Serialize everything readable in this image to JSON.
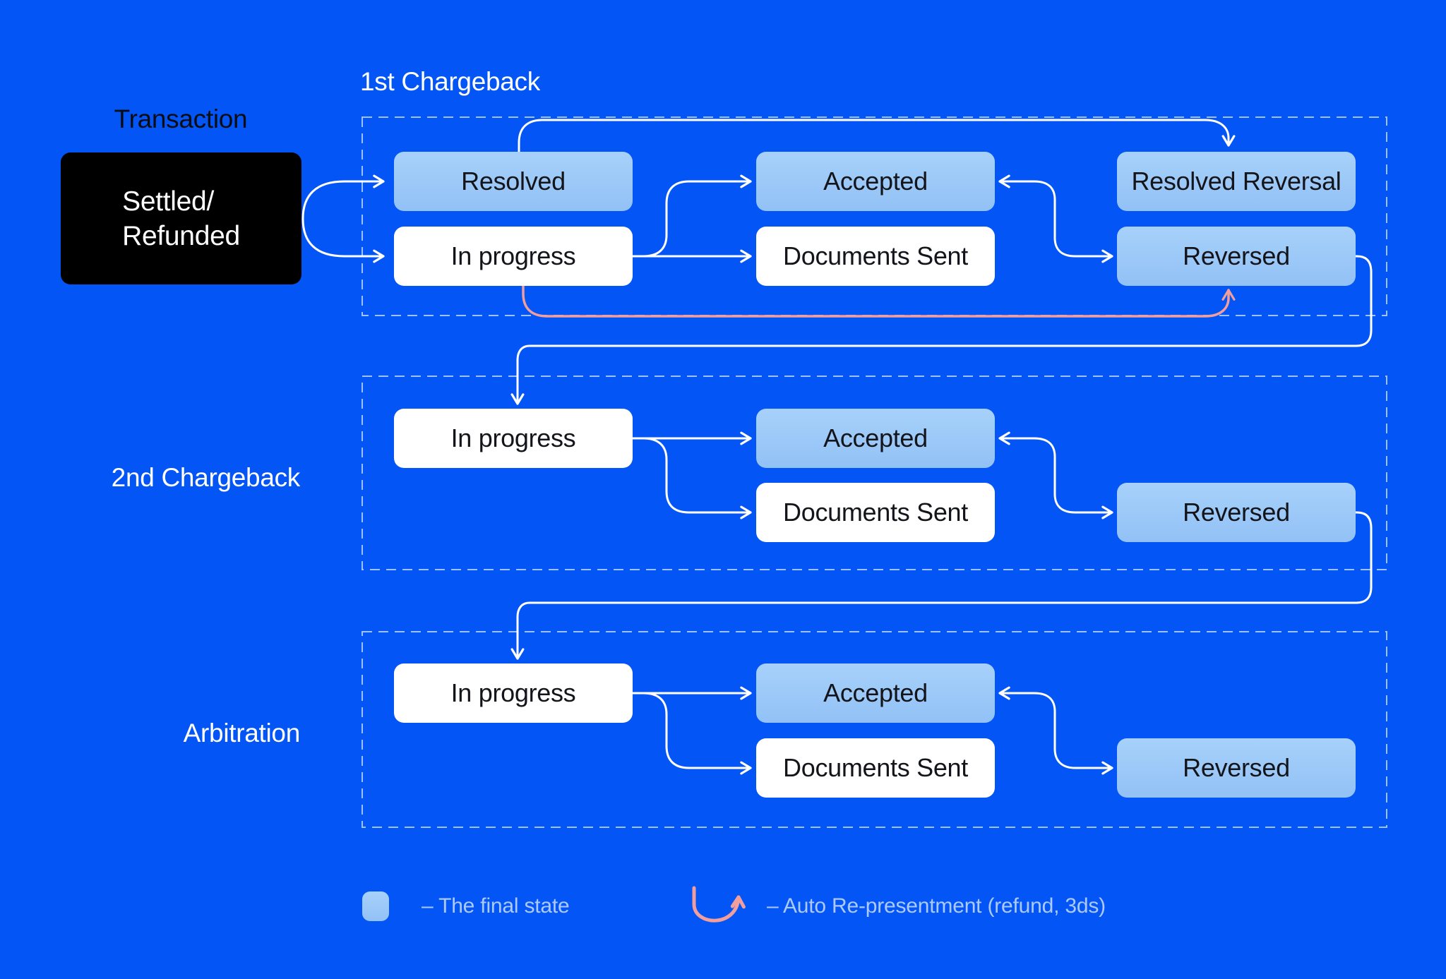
{
  "palette": {
    "background": "#0355F5",
    "final_state_fill": "#9CC7F8",
    "default_fill": "#FFFFFF",
    "transaction_fill": "#000000",
    "node_text": "#13151A",
    "arrow": "#FFFFFF",
    "auto_representment": "#F19E9C",
    "dashed_border": "rgba(225,242,255,0.7)"
  },
  "labels": {
    "transaction": "Transaction",
    "first_chargeback": "1st Chargeback",
    "second_chargeback": "2nd Chargeback",
    "arbitration": "Arbitration"
  },
  "nodes": {
    "transaction": {
      "line1": "Settled/",
      "line2": "Refunded"
    },
    "s1": {
      "resolved": "Resolved",
      "in_progress": "In progress",
      "accepted": "Accepted",
      "documents_sent": "Documents Sent",
      "resolved_reversal": "Resolved Reversal",
      "reversed": "Reversed"
    },
    "s2": {
      "in_progress": "In progress",
      "accepted": "Accepted",
      "documents_sent": "Documents Sent",
      "reversed": "Reversed"
    },
    "s3": {
      "in_progress": "In progress",
      "accepted": "Accepted",
      "documents_sent": "Documents Sent",
      "reversed": "Reversed"
    }
  },
  "legend": {
    "final_state": "– The final state",
    "auto_representment": "– Auto Re-presentment (refund, 3ds)"
  }
}
